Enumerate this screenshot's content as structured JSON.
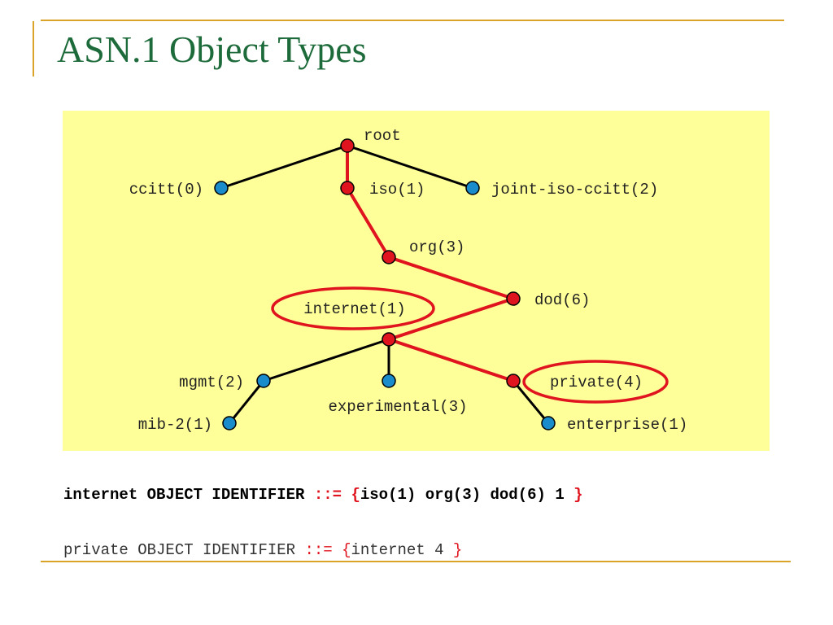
{
  "slide": {
    "title": "ASN.1 Object Types"
  },
  "diagram": {
    "colors": {
      "highlight": "#e0141e",
      "default_node": "#1a8ccc",
      "edge": "#000000",
      "background": "#ffff99"
    },
    "nodes": [
      {
        "id": "root",
        "label": "root",
        "highlighted": true
      },
      {
        "id": "ccitt",
        "label": "ccitt(0)",
        "highlighted": false
      },
      {
        "id": "iso",
        "label": "iso(1)",
        "highlighted": true
      },
      {
        "id": "joint",
        "label": "joint-iso-ccitt(2)",
        "highlighted": false
      },
      {
        "id": "org",
        "label": "org(3)",
        "highlighted": true
      },
      {
        "id": "dod",
        "label": "dod(6)",
        "highlighted": true
      },
      {
        "id": "internet",
        "label": "internet(1)",
        "highlighted": true,
        "circled": true
      },
      {
        "id": "mgmt",
        "label": "mgmt(2)",
        "highlighted": false
      },
      {
        "id": "experimental",
        "label": "experimental(3)",
        "highlighted": false
      },
      {
        "id": "private",
        "label": "private(4)",
        "highlighted": true,
        "circled": true
      },
      {
        "id": "mib2",
        "label": "mib-2(1)",
        "highlighted": false
      },
      {
        "id": "enterprise",
        "label": "enterprise(1)",
        "highlighted": false
      }
    ],
    "edges": [
      {
        "from": "root",
        "to": "ccitt",
        "highlighted": false
      },
      {
        "from": "root",
        "to": "joint",
        "highlighted": false
      },
      {
        "from": "root",
        "to": "iso",
        "highlighted": true
      },
      {
        "from": "iso",
        "to": "org",
        "highlighted": true
      },
      {
        "from": "org",
        "to": "dod",
        "highlighted": true
      },
      {
        "from": "dod",
        "to": "internet",
        "highlighted": true
      },
      {
        "from": "internet",
        "to": "mgmt",
        "highlighted": false
      },
      {
        "from": "internet",
        "to": "experimental",
        "highlighted": false
      },
      {
        "from": "internet",
        "to": "private",
        "highlighted": true
      },
      {
        "from": "mgmt",
        "to": "mib2",
        "highlighted": false
      },
      {
        "from": "private",
        "to": "enterprise",
        "highlighted": false
      }
    ]
  },
  "definitions": {
    "line1": {
      "name": "internet OBJECT IDENTIFIER",
      "assign": " ::= ",
      "open": "{",
      "body": "iso(1) org(3) dod(6) 1",
      "close": " }"
    },
    "line2": {
      "name": "private OBJECT IDENTIFIER",
      "assign": " ::= ",
      "open": "{",
      "body": "internet 4",
      "close": " }"
    }
  }
}
